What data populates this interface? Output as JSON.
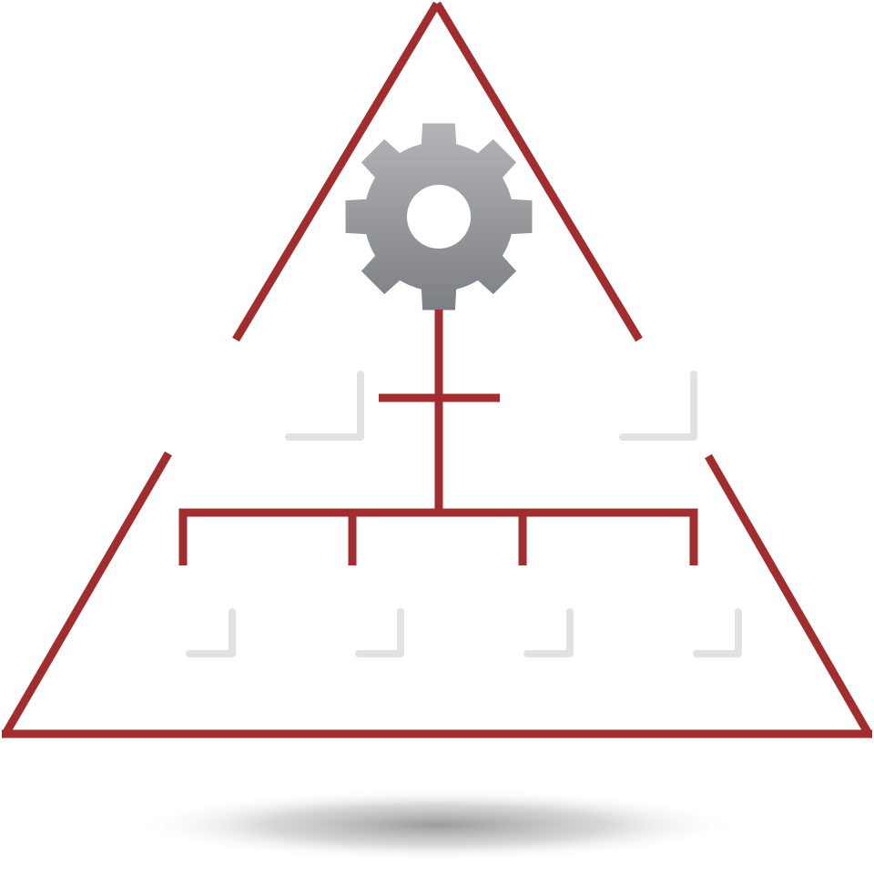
{
  "diagram": {
    "type": "hierarchy-pyramid",
    "colors": {
      "background": "#ffffff",
      "structure_line": "#a12d2f",
      "placeholder_bracket": "#e1e2e4",
      "gear_light": "#b3b5b8",
      "gear_dark": "#7c7f83",
      "shadow": "#8a8a8a"
    },
    "top_node": {
      "icon": "gear-icon"
    },
    "middle_level": {
      "placeholders": 2
    },
    "bottom_level": {
      "placeholders": 4
    }
  }
}
